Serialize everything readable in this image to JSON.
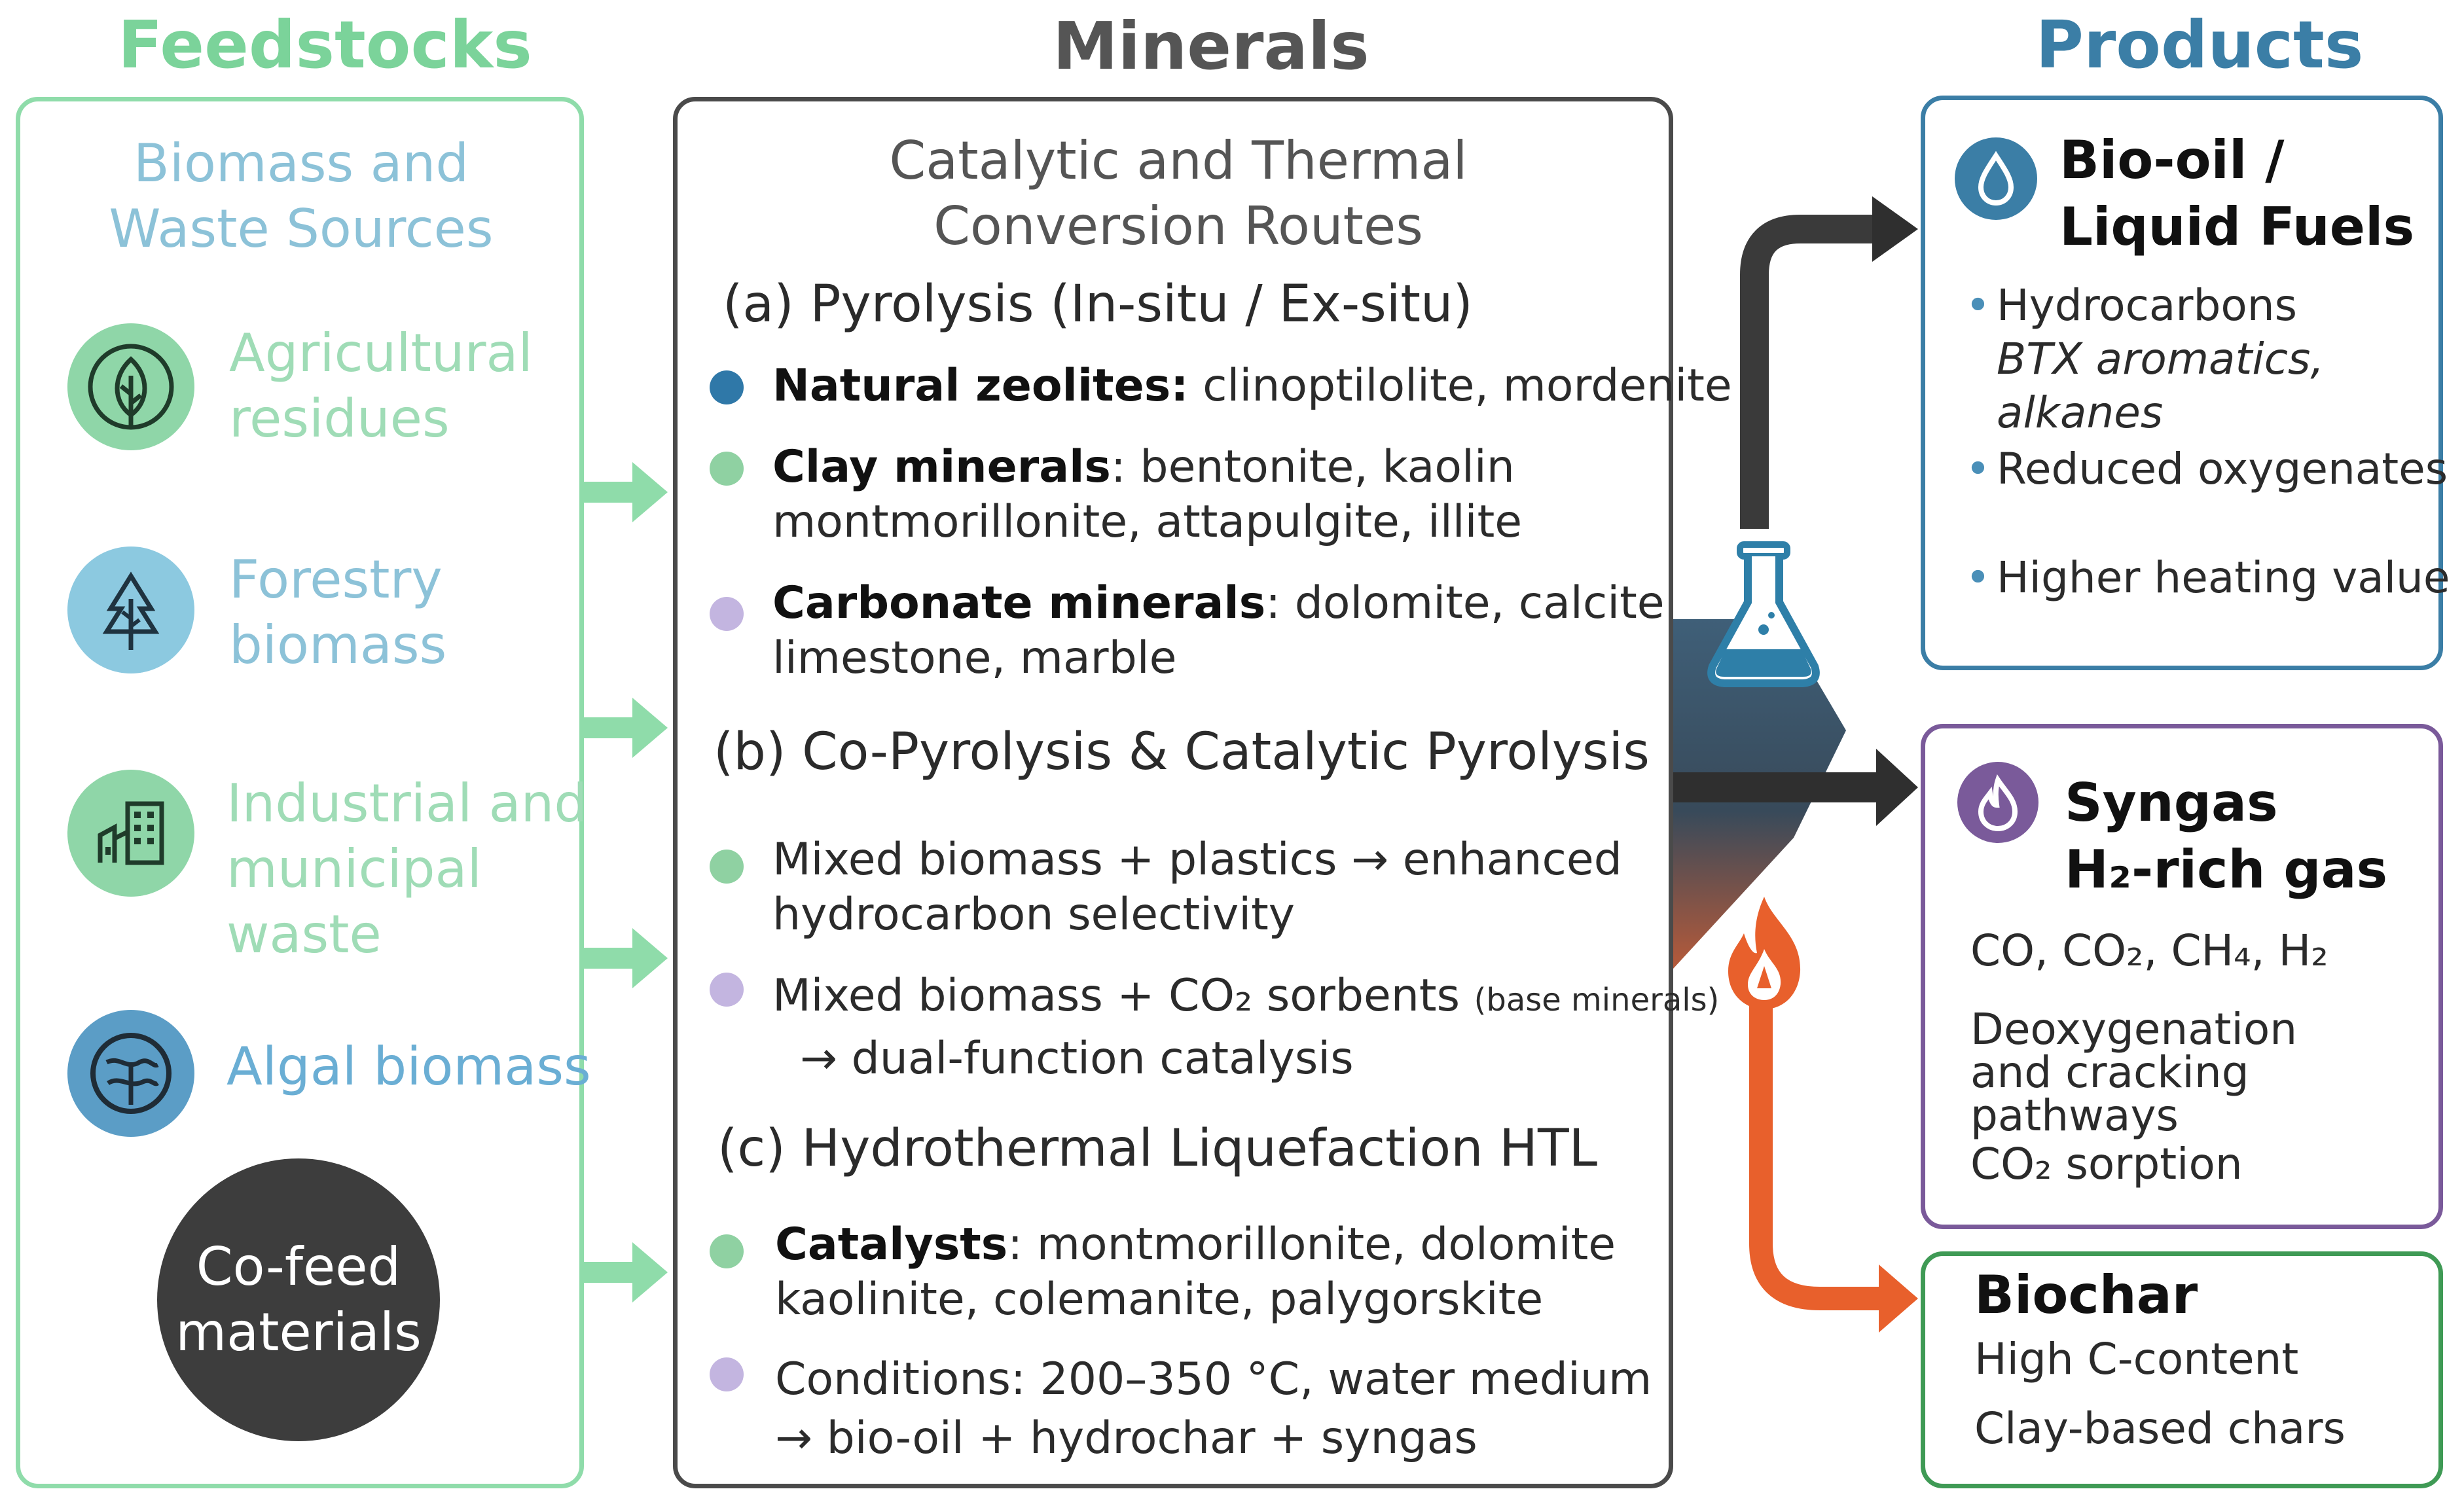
{
  "columns": {
    "feedstocks": "Feedstocks",
    "minerals": "Minerals",
    "products": "Products"
  },
  "feedstocks": {
    "subtitle_line1": "Biomass and",
    "subtitle_line2": "Waste Sources",
    "items": [
      {
        "line1": "Agricultural",
        "line2": "residues",
        "line3": "",
        "icon": "leaf-icon"
      },
      {
        "line1": "Forestry",
        "line2": "biomass",
        "line3": "",
        "icon": "tree-icon"
      },
      {
        "line1": "Industrial and",
        "line2": "municipal",
        "line3": "waste",
        "icon": "building-icon"
      },
      {
        "line1": "Algal biomass",
        "line2": "",
        "line3": "",
        "icon": "algae-icon"
      }
    ],
    "cofeed_line1": "Co-feed",
    "cofeed_line2": "materials"
  },
  "minerals": {
    "subtitle_line1": "Catalytic and Thermal",
    "subtitle_line2": "Conversion Routes",
    "section_a": {
      "title": "(a) Pyrolysis (In-situ / Ex-situ)",
      "items": [
        {
          "bold": "Natural zeolites:",
          "text": " clinoptilolite, mordenite",
          "line2": ""
        },
        {
          "bold": "Clay minerals",
          "text": ": bentonite, kaolin",
          "line2": "montmorillonite, attapulgite, illite"
        },
        {
          "bold": "Carbonate minerals",
          "text": ": dolomite, calcite",
          "line2": "limestone, marble"
        }
      ]
    },
    "section_b": {
      "title": "(b) Co-Pyrolysis & Catalytic Pyrolysis",
      "item1_line1": "Mixed biomass + plastics → enhanced",
      "item1_line2": "hydrocarbon selectivity",
      "item2_line1": "Mixed biomass + CO₂ sorbents",
      "item2_small": "(base minerals)",
      "item2_line2": "→ dual-function catalysis"
    },
    "section_c": {
      "title": "(c) Hydrothermal Liquefaction HTL",
      "item1_bold": "Catalysts",
      "item1_text": ": montmorillonite, dolomite",
      "item1_line2": "kaolinite, colemanite, palygorskite",
      "item2_line1": "Conditions: 200–350 °C, water medium",
      "item2_line2": "→ bio-oil + hydrochar + syngas"
    }
  },
  "products": {
    "biooil": {
      "title_line1": "Bio-oil /",
      "title_line2": "Liquid Fuels",
      "b1_line1": "Hydrocarbons",
      "b1_line2": "BTX aromatics, alkanes",
      "b2": "Reduced oxygenates",
      "b3": "Higher heating value"
    },
    "syngas": {
      "title_line1": "Syngas",
      "title_line2": "H₂-rich gas",
      "l1": "CO, CO₂, CH₄, H₂",
      "l2": "Deoxygenation",
      "l3": "and cracking pathways",
      "l4": "CO₂ sorption"
    },
    "biochar": {
      "title": "Biochar",
      "l1": "High C-content",
      "l2": "Clay-based chars"
    }
  },
  "colors": {
    "feed_green": "#7bd39a",
    "minerals_gray": "#555555",
    "products_blue": "#3b7ea6",
    "syngas_purple": "#7a5a9a",
    "biochar_green": "#3f9a55",
    "flame_orange": "#e8602c",
    "dot_blue": "#2f78a8",
    "dot_green": "#8fd1a2",
    "dot_purple": "#c3b5e0"
  }
}
